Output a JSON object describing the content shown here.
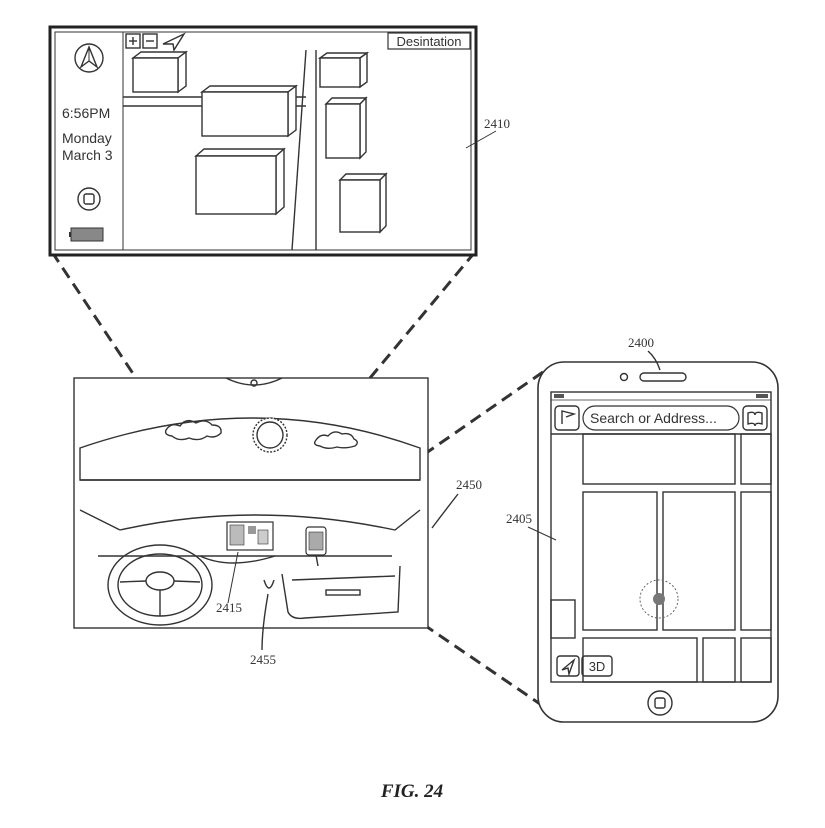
{
  "head_unit": {
    "time": "6:56PM",
    "day": "Monday",
    "date": "March 3",
    "destination_button": "Desintation",
    "zoom_in_icon": "plus-icon",
    "zoom_out_icon": "minus-icon",
    "location_icon": "location-arrow-icon",
    "compass_icon": "compass-icon",
    "home_icon": "home-button-icon",
    "battery_icon": "battery-icon"
  },
  "phone": {
    "search_placeholder": "Search or Address...",
    "directions_icon": "directions-flag-icon",
    "bookmarks_icon": "bookmarks-icon",
    "location_icon": "location-arrow-icon",
    "view_3d_label": "3D",
    "home_icon": "home-button-icon"
  },
  "reference_numerals": {
    "head_unit_screen": "2410",
    "device": "2400",
    "phone_screen": "2405",
    "vehicle": "2450",
    "dashboard_display": "2415",
    "connector": "2455"
  },
  "caption": "FIG. 24"
}
